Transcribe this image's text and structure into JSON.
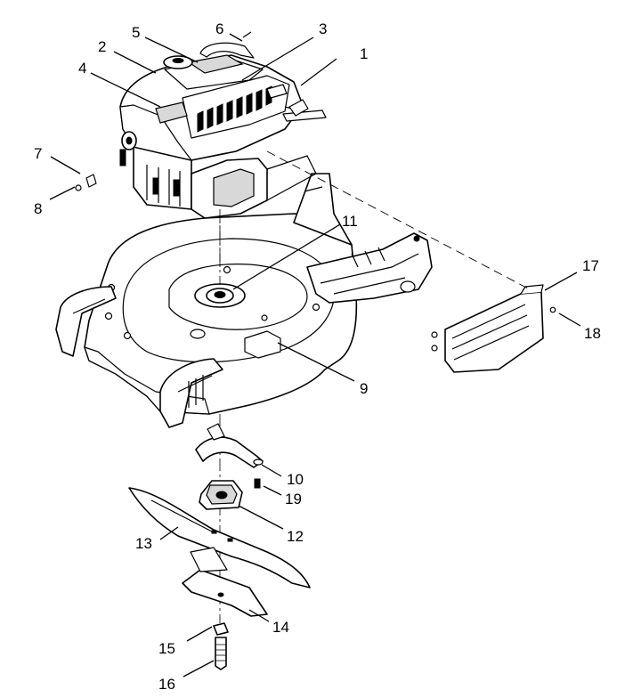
{
  "callouts": [
    {
      "label": "1"
    },
    {
      "label": "2"
    },
    {
      "label": "3"
    },
    {
      "label": "4"
    },
    {
      "label": "5"
    },
    {
      "label": "6"
    },
    {
      "label": "7"
    },
    {
      "label": "8"
    },
    {
      "label": "9"
    },
    {
      "label": "10"
    },
    {
      "label": "11"
    },
    {
      "label": "12"
    },
    {
      "label": "13"
    },
    {
      "label": "14"
    },
    {
      "label": "15"
    },
    {
      "label": "16"
    },
    {
      "label": "17"
    },
    {
      "label": "18"
    },
    {
      "label": "19"
    }
  ],
  "colors": {
    "ink": "#000000",
    "paper": "#ffffff",
    "shade": "#d8d8d8"
  }
}
